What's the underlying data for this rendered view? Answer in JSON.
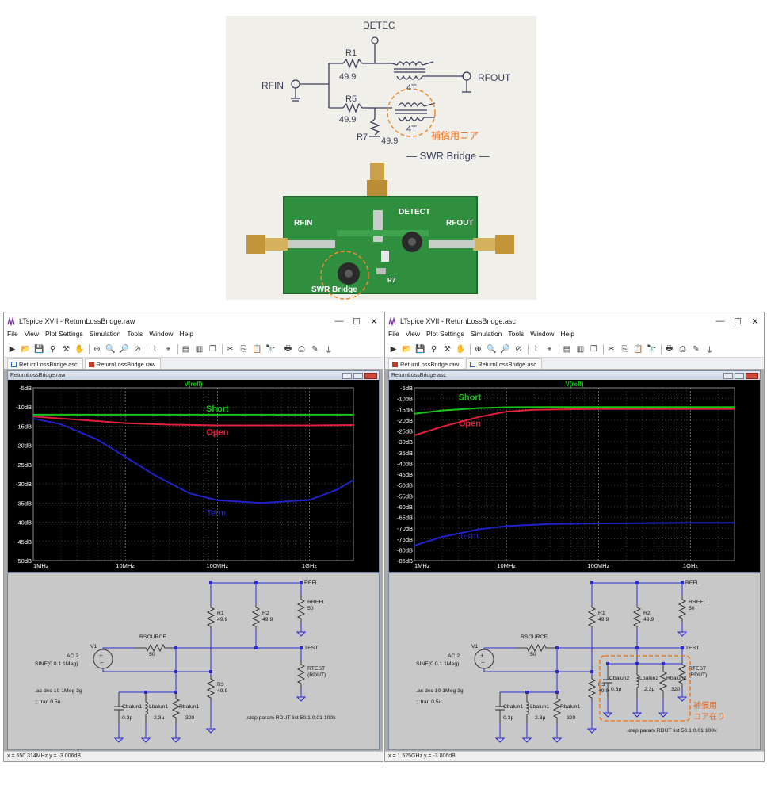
{
  "photo": {
    "schematic": {
      "detec": "DETEC",
      "rfin": "RFIN",
      "rfout": "RFOUT",
      "r1": "R1",
      "r1_val": "49.9",
      "r5": "R5",
      "r5_val": "49.9",
      "r7": "R7",
      "r7_val": "49.9",
      "turns_top": "4T",
      "turns_bottom": "4T",
      "compensation_core": "補償用コア",
      "bridge_label": "— SWR Bridge —"
    },
    "board": {
      "detect": "DETECT",
      "rfin": "RFIN",
      "rfout": "RFOUT",
      "swr_bridge": "SWR Bridge",
      "r7": "R7"
    }
  },
  "windows": [
    {
      "title": "LTspice XVII - ReturnLossBridge.raw",
      "controls": {
        "min": "—",
        "max": "☐",
        "close": "✕"
      },
      "menu": [
        "File",
        "View",
        "Plot Settings",
        "Simulation",
        "Tools",
        "Window",
        "Help"
      ],
      "tabs": [
        "ReturnLossBridge.asc",
        "ReturnLossBridge.raw"
      ],
      "active_tab": 1,
      "plot_window_title": "ReturnLossBridge.raw",
      "status": "x = 650.314MHz   y = -3.006dB",
      "chart_data": {
        "type": "line",
        "title": "V(refl)",
        "x_scale": "log",
        "xlim": [
          1000000,
          3000000000
        ],
        "ylim": [
          -50,
          -5
        ],
        "x_ticks": [
          "1MHz",
          "10MHz",
          "100MHz",
          "1GHz"
        ],
        "y_ticks": [
          "-5dB",
          "-10dB",
          "-15dB",
          "-20dB",
          "-25dB",
          "-30dB",
          "-35dB",
          "-40dB",
          "-45dB",
          "-50dB"
        ],
        "grid": true,
        "series": [
          {
            "name": "Short",
            "color": "#19c419",
            "x": [
              1000000,
              3000000,
              10000000,
              30000000,
              100000000,
              300000000,
              1000000000,
              3000000000
            ],
            "y": [
              -12,
              -12,
              -12,
              -12,
              -12,
              -12,
              -12,
              -12
            ]
          },
          {
            "name": "Open",
            "color": "#e0203c",
            "x": [
              1000000,
              3000000,
              10000000,
              30000000,
              100000000,
              300000000,
              1000000000,
              3000000000
            ],
            "y": [
              -12.5,
              -13.3,
              -14.2,
              -14.6,
              -14.8,
              -14.8,
              -14.8,
              -14.7
            ]
          },
          {
            "name": "Term.",
            "color": "#2121c8",
            "x": [
              1000000,
              2000000,
              5000000,
              10000000,
              20000000,
              50000000,
              100000000,
              300000000,
              1000000000,
              2000000000,
              3000000000
            ],
            "y": [
              -13,
              -14.5,
              -18.5,
              -23,
              -27.5,
              -32.5,
              -34.3,
              -35,
              -34.2,
              -31.5,
              -29
            ]
          }
        ]
      },
      "schematic": {
        "v1": "V1",
        "v1_ac": "AC 2",
        "v1_sine": "SINE(0 0.1 1Meg)",
        "rsource": "RSOURCE",
        "rsource_val": "50",
        "r1": "R1",
        "r1_val": "49.9",
        "r2": "R2",
        "r2_val": "49.9",
        "r3": "R3",
        "r3_val": "49.9",
        "rrefl": "RREFL",
        "rrefl_val": "50",
        "rtest": "RTEST",
        "rtest_val": "(RDUT)",
        "refl": "REFL",
        "test": "TEST",
        "cbalun1": "Cbalun1",
        "cbalun1_val": "0.3p",
        "lbalun1": "Lbalun1",
        "lbalun1_val": "2.3μ",
        "rbalun1": "Rbalun1",
        "rbalun1_val": "320",
        "ac_cmd": ".ac dec 10 1Meg 3g",
        "tran_cmd": ";;.tran 0.5u",
        "step_cmd": ".step param RDUT list 50.1 0.01 100k"
      }
    },
    {
      "title": "LTspice XVII - ReturnLossBridge.asc",
      "controls": {
        "min": "—",
        "max": "☐",
        "close": "✕"
      },
      "menu": [
        "File",
        "View",
        "Plot Settings",
        "Simulation",
        "Tools",
        "Window",
        "Help"
      ],
      "tabs": [
        "ReturnLossBridge.raw",
        "ReturnLossBridge.asc"
      ],
      "active_tab": 0,
      "plot_window_title": "ReturnLossBridge.asc",
      "status": "x = 1.525GHz   y = -3.006dB",
      "chart_data": {
        "type": "line",
        "title": "V(refl)",
        "x_scale": "log",
        "xlim": [
          1000000,
          3000000000
        ],
        "ylim": [
          -85,
          -5
        ],
        "x_ticks": [
          "1MHz",
          "10MHz",
          "100MHz",
          "1GHz"
        ],
        "y_ticks": [
          "-5dB",
          "-10dB",
          "-15dB",
          "-20dB",
          "-25dB",
          "-30dB",
          "-35dB",
          "-40dB",
          "-45dB",
          "-50dB",
          "-55dB",
          "-60dB",
          "-65dB",
          "-70dB",
          "-75dB",
          "-80dB",
          "-85dB"
        ],
        "grid": true,
        "series": [
          {
            "name": "Short",
            "color": "#19c419",
            "x": [
              1000000,
              2000000,
              5000000,
              10000000,
              30000000,
              100000000,
              1000000000,
              3000000000
            ],
            "y": [
              -17,
              -15.5,
              -14.4,
              -14,
              -13.9,
              -13.9,
              -13.9,
              -13.9
            ]
          },
          {
            "name": "Open",
            "color": "#e0203c",
            "x": [
              1000000,
              2000000,
              5000000,
              10000000,
              20000000,
              50000000,
              100000000,
              1000000000,
              3000000000
            ],
            "y": [
              -27,
              -23,
              -18.5,
              -16,
              -15.2,
              -14.9,
              -14.8,
              -14.8,
              -14.8
            ]
          },
          {
            "name": "Term.",
            "color": "#2121c8",
            "x": [
              1000000,
              2000000,
              5000000,
              10000000,
              30000000,
              100000000,
              1000000000,
              3000000000
            ],
            "y": [
              -78,
              -74,
              -70.5,
              -69,
              -68,
              -67.8,
              -67.5,
              -67.5
            ]
          }
        ]
      },
      "schematic": {
        "v1": "V1",
        "v1_ac": "AC 2",
        "v1_sine": "SINE(0 0.1 1Meg)",
        "rsource": "RSOURCE",
        "rsource_val": "50",
        "r1": "R1",
        "r1_val": "49.9",
        "r2": "R2",
        "r2_val": "49.9",
        "r3": "R3",
        "r3_val": "49.9",
        "rrefl": "RREFL",
        "rrefl_val": "50",
        "rtest": "RTEST",
        "rtest_val": "(RDUT)",
        "refl": "REFL",
        "test": "TEST",
        "cbalun1": "Cbalun1",
        "cbalun1_val": "0.3p",
        "lbalun1": "Lbalun1",
        "lbalun1_val": "2.3μ",
        "rbalun1": "Rbalun1",
        "rbalun1_val": "320",
        "cbalun2": "Cbalun2",
        "cbalun2_val": "0.3p",
        "lbalun2": "Lbalun2",
        "lbalun2_val": "2.3μ",
        "rbalun2": "Rbalun2",
        "rbalun2_val": "320",
        "ac_cmd": ".ac dec 10 1Meg 3g",
        "tran_cmd": ";;.tran 0.5u",
        "step_cmd": ".step param RDUT list 50.1 0.01 100k",
        "note_line1": "補償用",
        "note_line2": "コア在り"
      }
    }
  ]
}
